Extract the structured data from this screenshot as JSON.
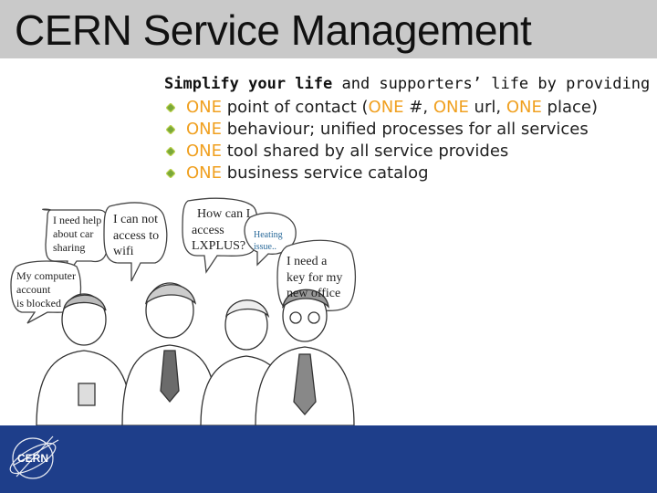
{
  "slide": {
    "title": "CERN Service Management",
    "intro_bold": "Simplify your life",
    "intro_rest": " and supporters’ life by providing",
    "bullets": [
      {
        "one_1": "ONE",
        "text_1": " point of contact (",
        "one_2": "ONE",
        "text_2": " #, ",
        "one_3": "ONE",
        "text_3": " url, ",
        "one_4": "ONE",
        "text_4": " place)"
      },
      {
        "one_1": "ONE",
        "text_1": " behaviour; unified processes for all services"
      },
      {
        "one_1": "ONE",
        "text_1": " tool shared by all service provides"
      },
      {
        "one_1": "ONE",
        "text_1": " business service catalog"
      }
    ],
    "bubbles": {
      "car": [
        "I need help",
        "about car",
        "sharing"
      ],
      "wifi": [
        "I can not",
        "access to",
        "wifi"
      ],
      "lxplus": [
        "How can I",
        "access",
        "LXPLUS?"
      ],
      "heating": [
        "Heating",
        "issue.."
      ],
      "key": [
        "I need a",
        "key for my",
        "new office"
      ],
      "account": [
        "My computer",
        "account",
        "is blocked"
      ]
    },
    "logo_text": "CERN",
    "colors": {
      "accent": "#f0a020",
      "footer": "#1e3e8a",
      "title_bar": "#c9c9c9",
      "bullet": "#7aa83a"
    }
  }
}
